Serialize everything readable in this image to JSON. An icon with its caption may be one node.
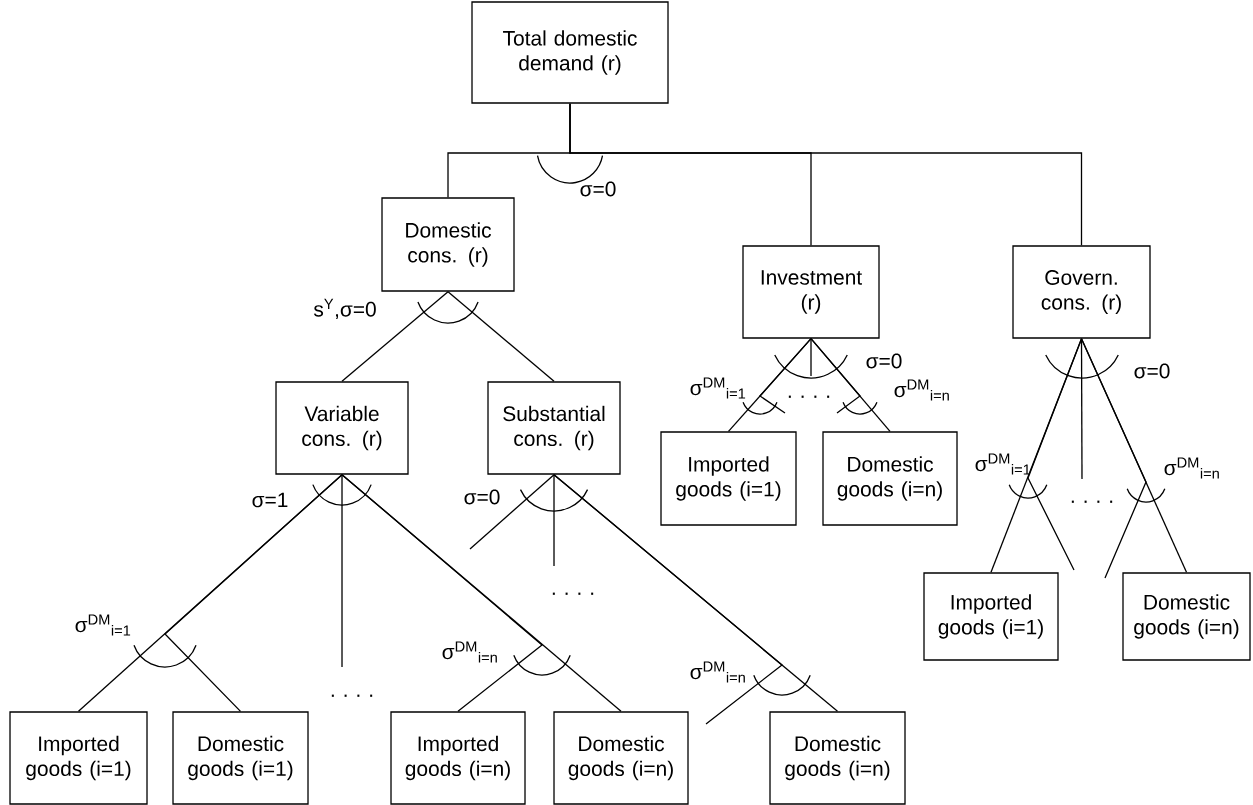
{
  "diagram": {
    "nodes": [
      {
        "text": [
          "Total domestic demand (r)"
        ]
      },
      {
        "text": [
          "Domestic cons. (r)"
        ]
      },
      {
        "text": [
          "Investment (r)"
        ]
      },
      {
        "text": [
          "Govern. cons. (r)"
        ]
      },
      {
        "text": [
          "Variable cons. (r)"
        ]
      },
      {
        "text": [
          "Substantial cons. (r)"
        ]
      },
      {
        "text": [
          "Imported goods (i=1)"
        ]
      },
      {
        "text": [
          "Domestic goods (i=n)"
        ]
      },
      {
        "text": [
          "Imported goods (i=1)"
        ]
      },
      {
        "text": [
          "Domestic goods (i=n)"
        ]
      },
      {
        "text": [
          "Imported goods (i=1)"
        ]
      },
      {
        "text": [
          "Domestic goods (i=1)"
        ]
      },
      {
        "text": [
          "Imported goods (i=n)"
        ]
      },
      {
        "text": [
          "Domestic goods (i=n)"
        ]
      },
      {
        "text": [
          "Domestic goods (i=n)"
        ]
      }
    ],
    "edges": [
      {
        "from": 0,
        "to": 1,
        "arrow": "none"
      },
      {
        "from": 0,
        "to": 2,
        "arrow": "none"
      },
      {
        "from": 0,
        "to": 3,
        "arrow": "none"
      },
      {
        "from": 1,
        "to": 4,
        "arrow": "none"
      },
      {
        "from": 1,
        "to": 5,
        "arrow": "none"
      },
      {
        "from": 4,
        "to": 10,
        "arrow": "none"
      },
      {
        "from": 4,
        "to": 11,
        "arrow": "none"
      },
      {
        "from": 4,
        "to": null,
        "arrow": "none"
      },
      {
        "from": 4,
        "to": 12,
        "arrow": "none"
      },
      {
        "from": 4,
        "to": 13,
        "arrow": "none"
      },
      {
        "from": 5,
        "to": null,
        "arrow": "none"
      },
      {
        "from": 5,
        "to": null,
        "arrow": "none"
      },
      {
        "from": 5,
        "to": 14,
        "arrow": "none"
      },
      {
        "from": 5,
        "to": null,
        "arrow": "none"
      },
      {
        "from": 2,
        "to": 6,
        "arrow": "none"
      },
      {
        "from": 2,
        "to": null,
        "arrow": "none"
      },
      {
        "from": 2,
        "to": null,
        "arrow": "none"
      },
      {
        "from": 2,
        "to": null,
        "arrow": "none"
      },
      {
        "from": 2,
        "to": 7,
        "arrow": "none"
      },
      {
        "from": 3,
        "to": 8,
        "arrow": "none"
      },
      {
        "from": 3,
        "to": null,
        "arrow": "none"
      },
      {
        "from": 3,
        "to": null,
        "arrow": "none"
      },
      {
        "from": 3,
        "to": null,
        "arrow": "none"
      },
      {
        "from": 3,
        "to": 9,
        "arrow": "none"
      }
    ],
    "labels": [
      "σ=0",
      "s$^{Y}$,σ=0",
      "σ=0",
      "σ$^{DM}$$_{i=1}$",
      "· · · ·",
      "σ$^{DM}$$_{i=n}$",
      "σ=0",
      "σ=1",
      "σ=0",
      "σ$^{DM}$$_{i=1}$",
      "σ$^{DM}$$_{i=n}$",
      "· · · ·",
      "· · · ·",
      "σ$^{DM}$$_{i=1}$",
      "σ$^{DM}$$_{i=n}$",
      "σ$^{DM}$$_{i=n}$",
      "· · · ·"
    ]
  }
}
